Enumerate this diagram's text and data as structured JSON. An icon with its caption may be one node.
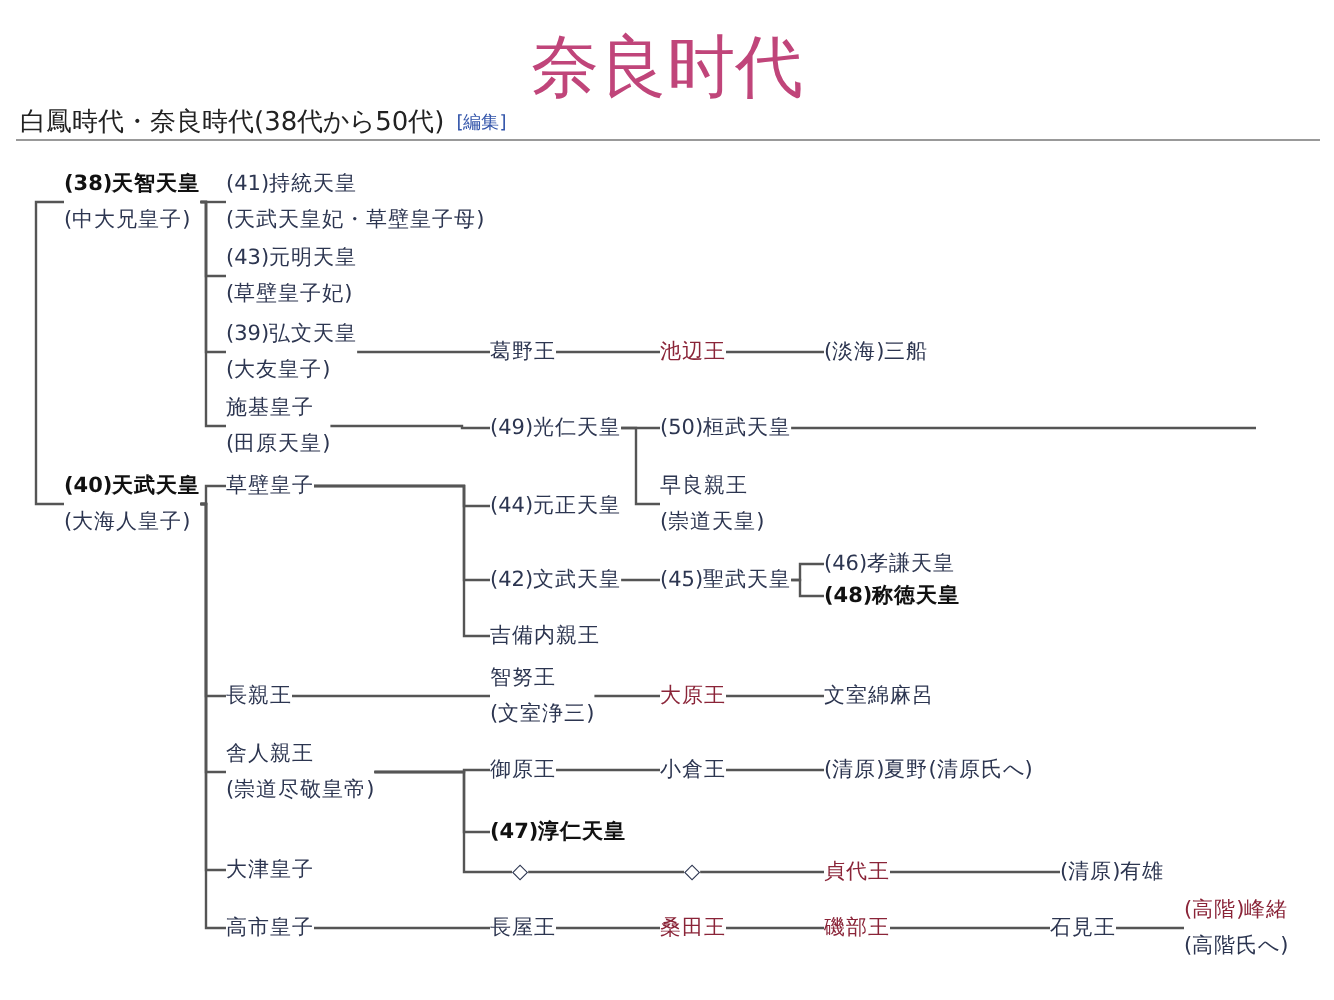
{
  "diagram": {
    "title": "奈良时代",
    "nodes": [
      {
        "text": [
          "(38)天智天皇",
          "(中大兄皇子)"
        ]
      },
      {
        "text": [
          "(41)持統天皇",
          "(天武天皇妃・草壁皇子母)"
        ]
      },
      {
        "text": [
          "(43)元明天皇",
          "(草壁皇子妃)"
        ]
      },
      {
        "text": [
          "(39)弘文天皇",
          "(大友皇子)"
        ]
      },
      {
        "text": [
          "施基皇子",
          "(田原天皇)"
        ]
      },
      {
        "text": [
          "(40)天武天皇",
          "(大海人皇子)"
        ]
      },
      {
        "text": [
          "草壁皇子"
        ]
      },
      {
        "text": [
          "長親王"
        ]
      },
      {
        "text": [
          "舎人親王",
          "(崇道尽敬皇帝)"
        ]
      },
      {
        "text": [
          "大津皇子"
        ]
      },
      {
        "text": [
          "高市皇子"
        ]
      },
      {
        "text": [
          "葛野王"
        ]
      },
      {
        "text": [
          "池辺王"
        ]
      },
      {
        "text": [
          "(淡海)三船"
        ]
      },
      {
        "text": [
          "(49)光仁天皇"
        ]
      },
      {
        "text": [
          "(50)桓武天皇"
        ]
      },
      {
        "text": [
          "早良親王",
          "(崇道天皇)"
        ]
      },
      {
        "text": [
          "(44)元正天皇"
        ]
      },
      {
        "text": [
          "(42)文武天皇"
        ]
      },
      {
        "text": [
          "吉備内親王"
        ]
      },
      {
        "text": [
          "(45)聖武天皇"
        ]
      },
      {
        "text": [
          "(46)孝謙天皇"
        ]
      },
      {
        "text": [
          "(48)称徳天皇"
        ]
      },
      {
        "text": [
          "智努王",
          "(文室浄三)"
        ]
      },
      {
        "text": [
          "大原王"
        ]
      },
      {
        "text": [
          "文室綿麻呂"
        ]
      },
      {
        "text": [
          "御原王"
        ]
      },
      {
        "text": [
          "(47)淳仁天皇"
        ]
      },
      {
        "text": [
          "◇"
        ]
      },
      {
        "text": [
          "小倉王"
        ]
      },
      {
        "text": [
          "(清原)夏野(清原氏へ)"
        ]
      },
      {
        "text": [
          "◇"
        ]
      },
      {
        "text": [
          "貞代王"
        ]
      },
      {
        "text": [
          "(清原)有雄"
        ]
      },
      {
        "text": [
          "長屋王"
        ]
      },
      {
        "text": [
          "桑田王"
        ]
      },
      {
        "text": [
          "磯部王"
        ]
      },
      {
        "text": [
          "石見王"
        ]
      },
      {
        "text": [
          "(高階)峰緒",
          "(高階氏へ)"
        ]
      }
    ],
    "edges": [
      {
        "from": 0,
        "to": 5,
        "arrow": "none"
      },
      {
        "from": 0,
        "to": 1,
        "arrow": "none"
      },
      {
        "from": 0,
        "to": 2,
        "arrow": "none"
      },
      {
        "from": 0,
        "to": 3,
        "arrow": "none"
      },
      {
        "from": 0,
        "to": 4,
        "arrow": "none"
      },
      {
        "from": 5,
        "to": 6,
        "arrow": "none"
      },
      {
        "from": 5,
        "to": 7,
        "arrow": "none"
      },
      {
        "from": 5,
        "to": 8,
        "arrow": "none"
      },
      {
        "from": 5,
        "to": 9,
        "arrow": "none"
      },
      {
        "from": 5,
        "to": 10,
        "arrow": "none"
      },
      {
        "from": 3,
        "to": 11,
        "arrow": "none"
      },
      {
        "from": 11,
        "to": 12,
        "arrow": "none"
      },
      {
        "from": 12,
        "to": 13,
        "arrow": "none"
      },
      {
        "from": 4,
        "to": 14,
        "arrow": "none"
      },
      {
        "from": 14,
        "to": 15,
        "arrow": "none"
      },
      {
        "from": 14,
        "to": 16,
        "arrow": "none"
      },
      {
        "from": 15,
        "to": null,
        "arrow": "none"
      },
      {
        "from": 6,
        "to": 17,
        "arrow": "none"
      },
      {
        "from": 6,
        "to": 18,
        "arrow": "none"
      },
      {
        "from": 6,
        "to": 19,
        "arrow": "none"
      },
      {
        "from": 18,
        "to": 20,
        "arrow": "none"
      },
      {
        "from": 20,
        "to": 21,
        "arrow": "none"
      },
      {
        "from": 20,
        "to": 22,
        "arrow": "none"
      },
      {
        "from": 7,
        "to": 23,
        "arrow": "none"
      },
      {
        "from": 23,
        "to": 24,
        "arrow": "none"
      },
      {
        "from": 24,
        "to": 25,
        "arrow": "none"
      },
      {
        "from": 8,
        "to": 26,
        "arrow": "none"
      },
      {
        "from": 8,
        "to": 27,
        "arrow": "none"
      },
      {
        "from": 8,
        "to": 28,
        "arrow": "none"
      },
      {
        "from": 26,
        "to": 29,
        "arrow": "none"
      },
      {
        "from": 29,
        "to": 30,
        "arrow": "none"
      },
      {
        "from": 28,
        "to": 31,
        "arrow": "none"
      },
      {
        "from": 31,
        "to": 32,
        "arrow": "none"
      },
      {
        "from": 32,
        "to": 33,
        "arrow": "none"
      },
      {
        "from": 10,
        "to": 34,
        "arrow": "none"
      },
      {
        "from": 34,
        "to": 35,
        "arrow": "none"
      },
      {
        "from": 35,
        "to": 36,
        "arrow": "none"
      },
      {
        "from": 36,
        "to": 37,
        "arrow": "none"
      },
      {
        "from": 37,
        "to": 38,
        "arrow": "none"
      }
    ],
    "labels": [
      "白鳳時代・奈良時代(38代から50代)",
      "[編集]"
    ]
  }
}
